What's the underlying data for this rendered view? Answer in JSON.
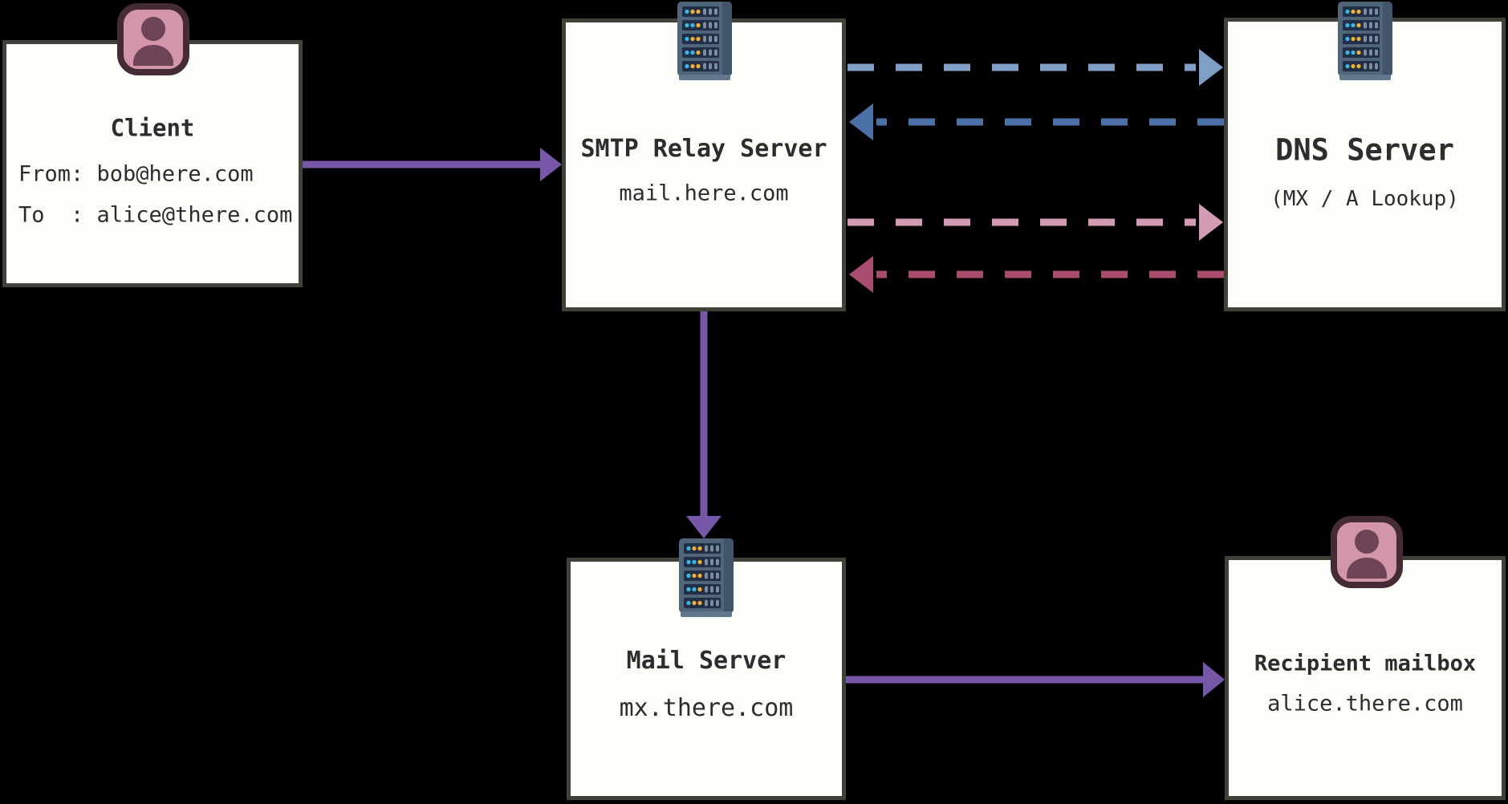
{
  "diagram": {
    "background": "#000000",
    "nodes": {
      "client": {
        "title": "Client",
        "line_from": "From: bob@here.com",
        "line_to": "To  : alice@there.com",
        "icon": "person-icon"
      },
      "smtp": {
        "title": "SMTP Relay Server",
        "subtitle": "mail.here.com",
        "icon": "server-icon"
      },
      "dns": {
        "title": "DNS Server",
        "subtitle": "(MX / A Lookup)",
        "icon": "server-icon"
      },
      "mail": {
        "title": "Mail Server",
        "subtitle": "mx.there.com",
        "icon": "server-icon"
      },
      "recipient": {
        "title": "Recipient mailbox",
        "subtitle": "alice.there.com",
        "icon": "person-icon"
      }
    },
    "edges": [
      {
        "from": "client",
        "to": "smtp",
        "style": "solid",
        "color_key": "purple"
      },
      {
        "from": "smtp",
        "to": "dns",
        "style": "dashed",
        "color_key": "blue_light"
      },
      {
        "from": "dns",
        "to": "smtp",
        "style": "dashed",
        "color_key": "blue_dark"
      },
      {
        "from": "smtp",
        "to": "dns",
        "style": "dashed",
        "color_key": "pink_light"
      },
      {
        "from": "dns",
        "to": "smtp",
        "style": "dashed",
        "color_key": "pink_dark"
      },
      {
        "from": "smtp",
        "to": "mail",
        "style": "solid",
        "color_key": "purple"
      },
      {
        "from": "mail",
        "to": "recipient",
        "style": "solid",
        "color_key": "purple"
      }
    ],
    "colors": {
      "purple": "#7657a8",
      "blue_light": "#7f9fc7",
      "blue_dark": "#4a70a6",
      "pink_light": "#d49cb4",
      "pink_dark": "#aa4b70",
      "box_fill": "#fdfdfa",
      "box_border": "#3e4237",
      "text": "#2d2d2d",
      "person_fill": "#d295aa",
      "person_stroke": "#452b36",
      "person_figure": "#6d4455",
      "server_body": "#50647a",
      "server_shade": "#42546a",
      "server_lip": "#62768c",
      "server_panel": "#202e46",
      "server_dot_cyan": "#39b8e8",
      "server_dot_yellow": "#f3ae2b",
      "server_slat": "#7e8ca0"
    }
  }
}
